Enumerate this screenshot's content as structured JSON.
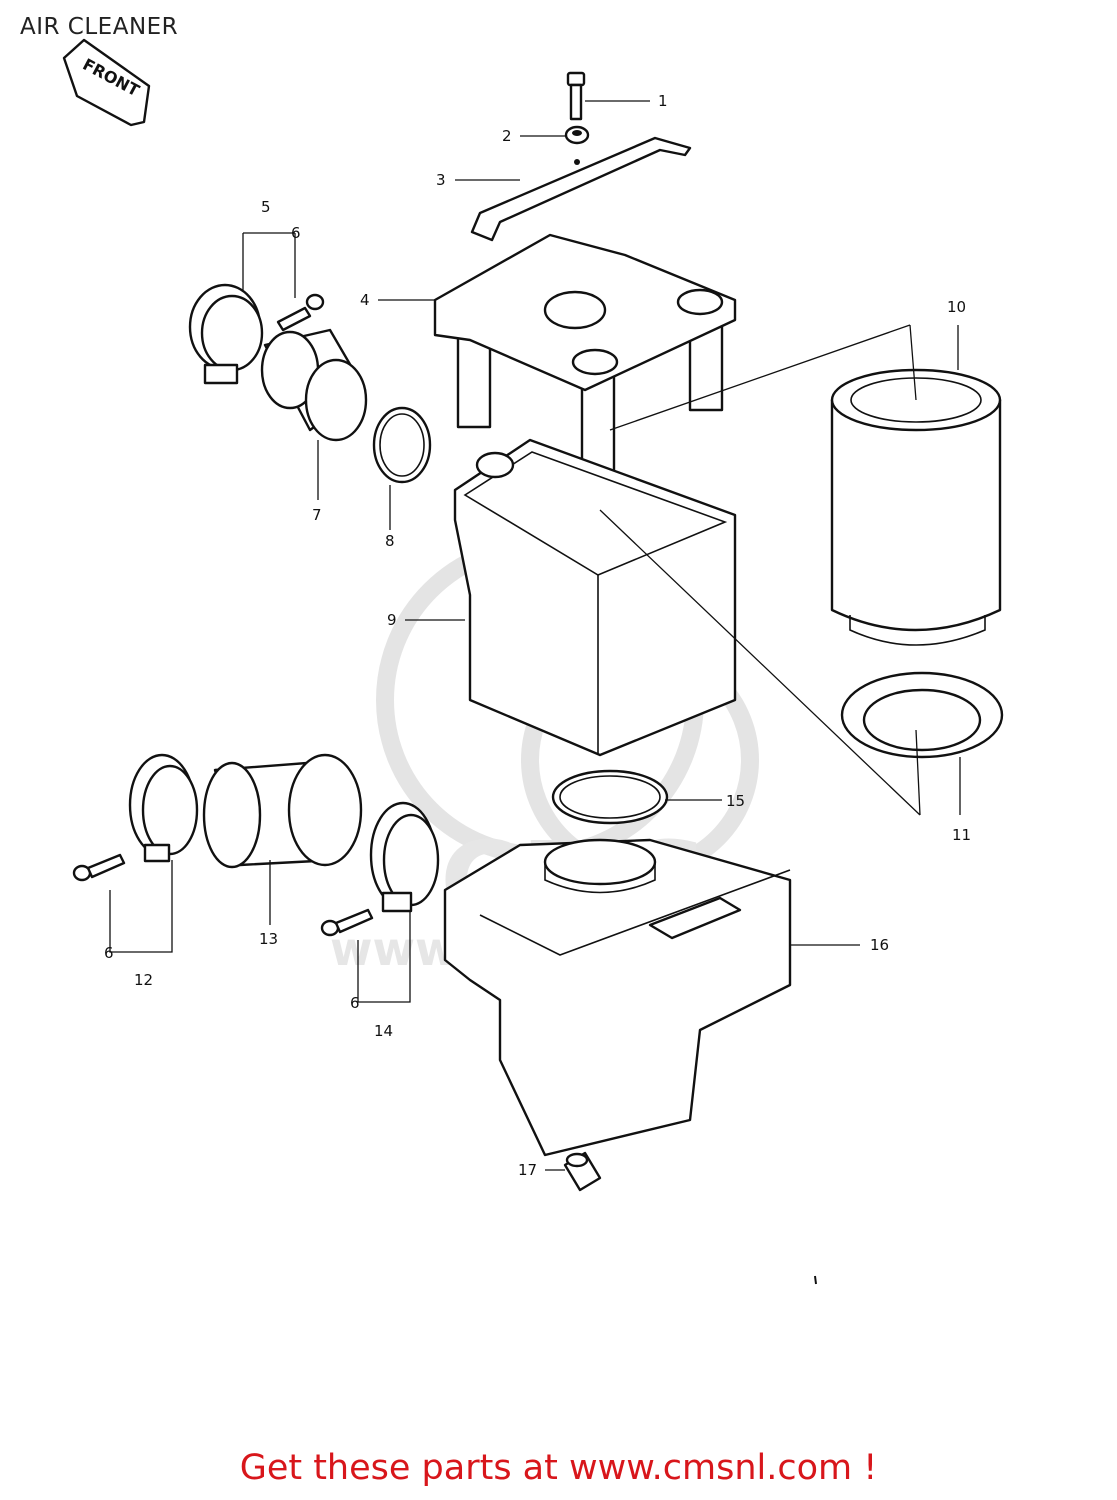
{
  "title": "AIR CLEANER",
  "front_label": "FRONT",
  "watermark": "CMS",
  "watermark_url": "www.cmsnl.com",
  "footer": "Get these parts at www.cmsnl.com !",
  "callouts": [
    "1",
    "2",
    "3",
    "4",
    "5",
    "6",
    "7",
    "8",
    "9",
    "10",
    "11",
    "12",
    "13",
    "6",
    "14",
    "15",
    "16",
    "17",
    "6"
  ]
}
